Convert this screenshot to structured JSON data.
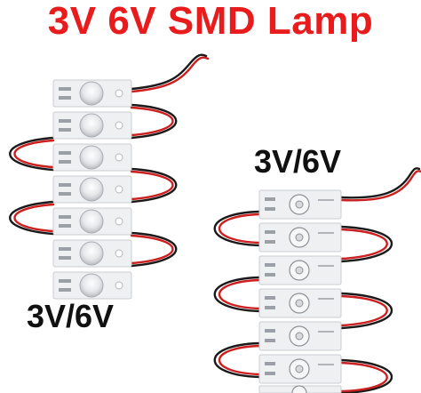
{
  "title": "3V 6V SMD Lamp",
  "label_right": "3V/6V",
  "label_left": "3V/6V",
  "colors": {
    "title": "#e81c1c",
    "board": "#eef0f2",
    "wire_red": "#cc1f1f",
    "wire_black": "#1a1a1a"
  },
  "strip_left": {
    "module_count": 7,
    "lens": "round-diffuser-lens"
  },
  "strip_right": {
    "module_count": 7,
    "lens": "smd-chip-array"
  }
}
